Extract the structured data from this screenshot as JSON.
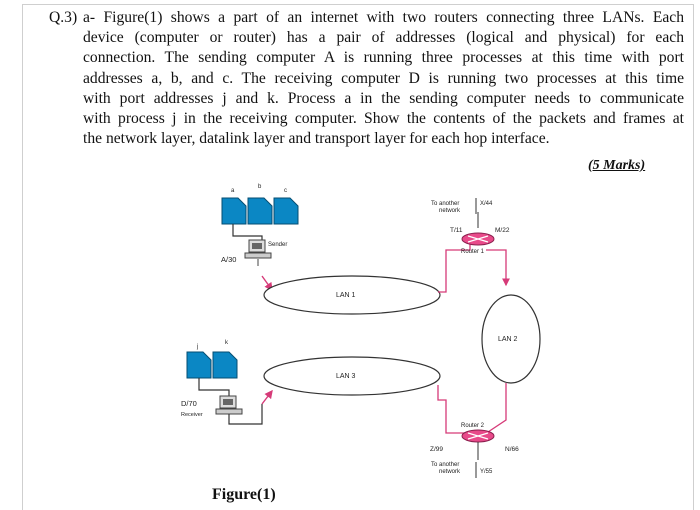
{
  "question": {
    "label": "Q.3)",
    "lines": [
      "a- Figure(1) shows a part of an internet with two routers connecting three LANs. Each",
      "device (computer or router) has a pair of addresses (logical and physical) for each",
      "connection. The sending computer A is running three processes at this time with port",
      "addresses a, b, and c. The receiving computer D is running two processes at this time",
      "with port addresses j and k. Process a in the sending computer needs to communicate",
      "with process j in the receiving computer. Show the contents of the packets and frames at",
      "the network layer, datalink layer  and transport layer for each hop interface."
    ],
    "marks": "(5 Marks)"
  },
  "figure": {
    "caption": "Figure(1)",
    "sender_ports": [
      "a",
      "b",
      "c"
    ],
    "receiver_ports": [
      "j",
      "k"
    ],
    "sender_addr": "A/30",
    "sender_label": "Sender",
    "receiver_addr": "D/70",
    "receiver_label": "Receiver",
    "lan1": "LAN 1",
    "lan2": "LAN 2",
    "lan3": "LAN 3",
    "router1": "Router 1",
    "router2": "Router 2",
    "r1_top_text1": "To another",
    "r1_top_text2": "network",
    "r1_top_addr": "X/44",
    "r1_left_addr": "T/11",
    "r1_right_addr": "M/22",
    "r2_left_addr": "Z/99",
    "r2_right_addr": "N/66",
    "r2_bottom_text1": "To another",
    "r2_bottom_text2": "network",
    "r2_bottom_addr": "Y/55",
    "colors": {
      "process": "#0b87c4",
      "router": "#e84a8a",
      "link": "#d63a78"
    }
  }
}
